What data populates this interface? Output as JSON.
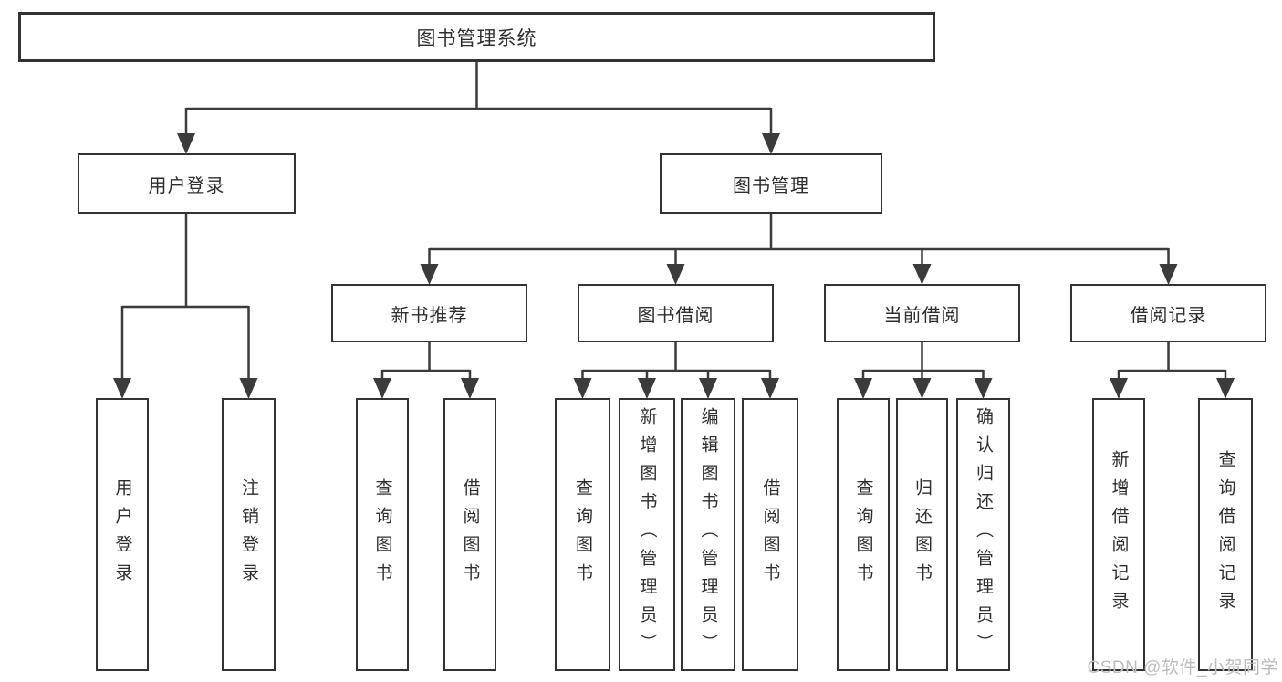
{
  "diagram": {
    "title": "图书管理系统",
    "root": {
      "label": "图书管理系统"
    },
    "level2": [
      {
        "label": "用户登录"
      },
      {
        "label": "图书管理"
      }
    ],
    "level3": [
      {
        "label": "新书推荐"
      },
      {
        "label": "图书借阅"
      },
      {
        "label": "当前借阅"
      },
      {
        "label": "借阅记录"
      }
    ],
    "leaves": {
      "user_login": [
        "用户登录",
        "注销登录"
      ],
      "new_book": [
        "查询图书",
        "借阅图书"
      ],
      "borrow": [
        "查询图书",
        "新增图书（管理员）",
        "编辑图书（管理员）",
        "借阅图书"
      ],
      "current": [
        "查询图书",
        "归还图书",
        "确认归还（管理员）"
      ],
      "records": [
        "新增借阅记录",
        "查询借阅记录"
      ]
    },
    "line_color": "#3b3b3b",
    "box_border_color": "#333333",
    "text_color": "#2e2e2e"
  },
  "watermark": {
    "text": "CSDN @软件_小贺同学",
    "color": "#bdbdbd"
  }
}
